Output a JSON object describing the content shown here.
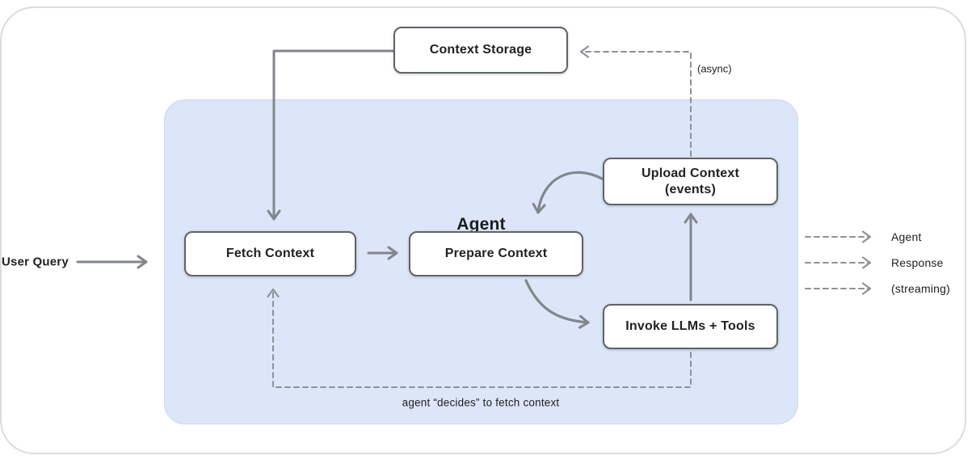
{
  "diagram": {
    "container_label": "Agent",
    "nodes": {
      "context_storage": {
        "label": "Context Storage"
      },
      "fetch_context": {
        "label": "Fetch Context"
      },
      "prepare_context": {
        "label": "Prepare Context"
      },
      "upload_context": {
        "label": "Upload Context",
        "sublabel": "(events)"
      },
      "invoke_llms_tools": {
        "label": "Invoke LLMs + Tools"
      }
    },
    "inputs": {
      "user_query_label": "User Query"
    },
    "outputs": {
      "line1": "Agent",
      "line2": "Response",
      "line3": "(streaming)"
    },
    "annotations": {
      "async_label": "(async)",
      "decides_label": "agent “decides” to fetch context"
    },
    "colors": {
      "agent_container_fill": "#dce6f8",
      "agent_container_border": "#ccd6ea",
      "node_border": "#5f6368",
      "solid_arrow": "#80868b",
      "dashed_arrow": "#8d9298",
      "text": "#202124",
      "card_border": "#dcdcdc"
    }
  }
}
